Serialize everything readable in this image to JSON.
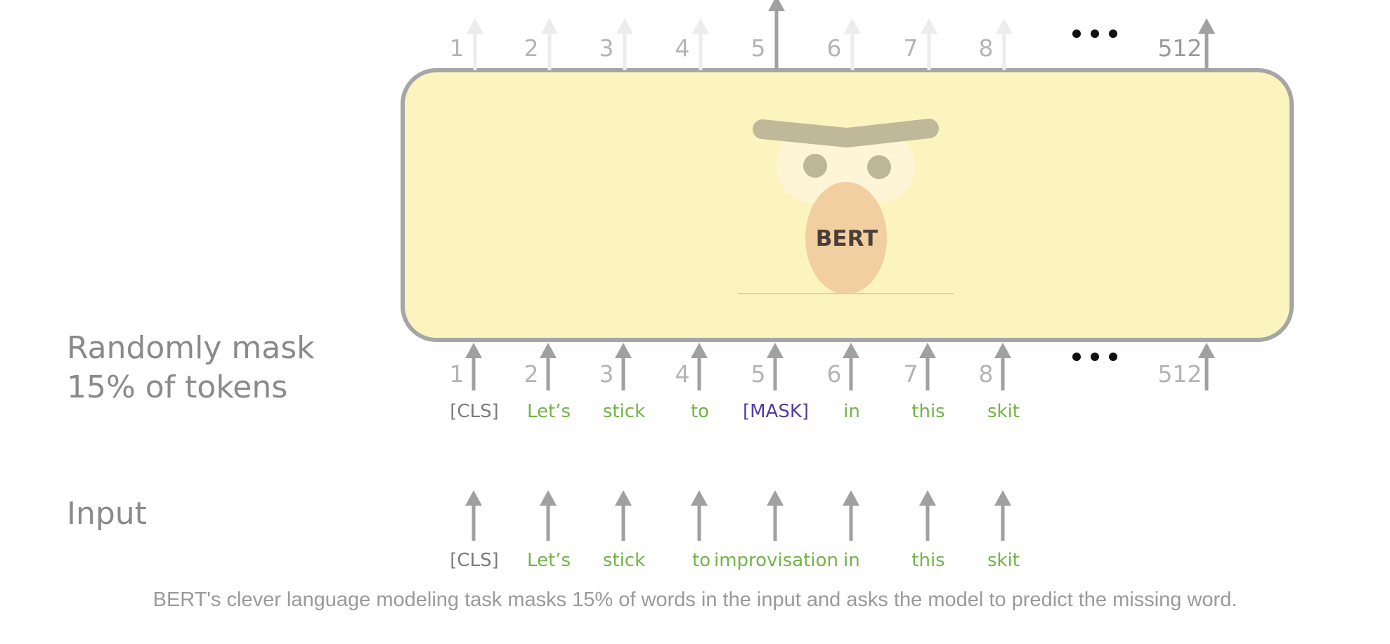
{
  "labels": {
    "mask_line1": "Randomly mask",
    "mask_line2": "15% of tokens",
    "input": "Input"
  },
  "caption": "BERT's clever language modeling task masks 15% of words in the input and asks the model to predict the missing word.",
  "model": {
    "name": "BERT"
  },
  "positions": {
    "top": [
      "1",
      "2",
      "3",
      "4",
      "5",
      "6",
      "7",
      "8",
      "512"
    ],
    "bottom": [
      "1",
      "2",
      "3",
      "4",
      "5",
      "6",
      "7",
      "8",
      "512"
    ],
    "highlighted_output": "5"
  },
  "masked_tokens": [
    {
      "text": "[CLS]",
      "kind": "special"
    },
    {
      "text": "Let’s",
      "kind": "word"
    },
    {
      "text": "stick",
      "kind": "word"
    },
    {
      "text": "to",
      "kind": "word"
    },
    {
      "text": "[MASK]",
      "kind": "mask"
    },
    {
      "text": "in",
      "kind": "word"
    },
    {
      "text": "this",
      "kind": "word"
    },
    {
      "text": "skit",
      "kind": "word"
    }
  ],
  "input_tokens": [
    {
      "text": "[CLS]",
      "kind": "special"
    },
    {
      "text": "Let’s",
      "kind": "word"
    },
    {
      "text": "stick",
      "kind": "word"
    },
    {
      "text": "to",
      "kind": "word"
    },
    {
      "text": "improvisation",
      "kind": "word"
    },
    {
      "text": "in",
      "kind": "word"
    },
    {
      "text": "this",
      "kind": "word"
    },
    {
      "text": "skit",
      "kind": "word"
    }
  ],
  "colors": {
    "box_fill": "#fbf4bf",
    "box_stroke": "#a6a6a6",
    "arrow": "#a0a0a0",
    "arrow_faded": "#ececec",
    "number": "#b4b4b4",
    "word": "#72b447",
    "special": "#7a7a7a",
    "mask": "#4e3fa6",
    "nose": "#f2cfa1",
    "brow": "#bfb99a",
    "eye_white": "#fdf5d5",
    "pupil": "#bdb697",
    "bert_text": "#4a3f37"
  }
}
